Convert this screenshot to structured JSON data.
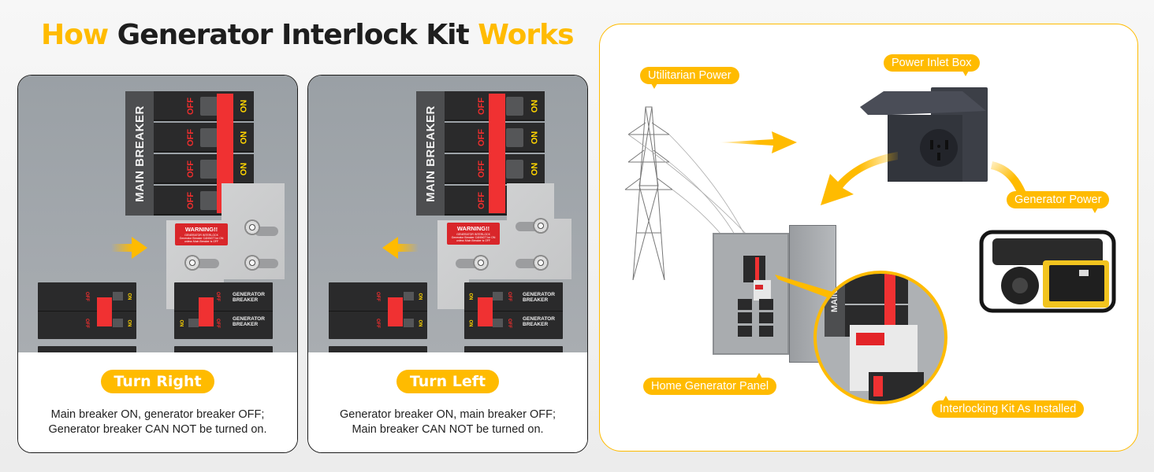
{
  "title": {
    "prefix": "How",
    "middle": "Generator Interlock Kit",
    "suffix": "Works"
  },
  "colors": {
    "accent": "#ffbb00",
    "breaker_red": "#f03132",
    "breaker_black": "#2a2a2b",
    "on_yellow": "#ffd400",
    "panel_gray": "#a3a8ad"
  },
  "cards": [
    {
      "mode": "Turn Right",
      "description_line1": "Main breaker ON, generator breaker OFF;",
      "description_line2": "Generator breaker CAN NOT be turned on.",
      "main_breaker_label": "MAIN BREAKER",
      "main_breaker_state": "ON",
      "generator_breaker_state": "OFF",
      "arrow_direction": "right"
    },
    {
      "mode": "Turn Left",
      "description_line1": "Generator breaker ON, main breaker OFF;",
      "description_line2": "Main breaker CAN NOT be turned on.",
      "main_breaker_label": "MAIN BREAKER",
      "main_breaker_state": "OFF",
      "generator_breaker_state": "ON",
      "arrow_direction": "left"
    }
  ],
  "breaker_text": {
    "off": "OFF",
    "on": "ON",
    "generator_line1": "GENERATOR",
    "generator_line2": "BREAKER"
  },
  "warning_label": {
    "title": "WARNING!!",
    "line1": "GENERATOR INTERLOCK",
    "line2": "Generator Breaker CANNOT be ON",
    "line3": "unless Main Breaker is OFF"
  },
  "flow_diagram": {
    "labels": {
      "utility": "Utilitarian Power",
      "inlet_box": "Power Inlet Box",
      "generator": "Generator Power",
      "panel": "Home Generator Panel",
      "interlock": "Interlocking Kit As Installed"
    },
    "zoom_main_label": "MAIN"
  }
}
